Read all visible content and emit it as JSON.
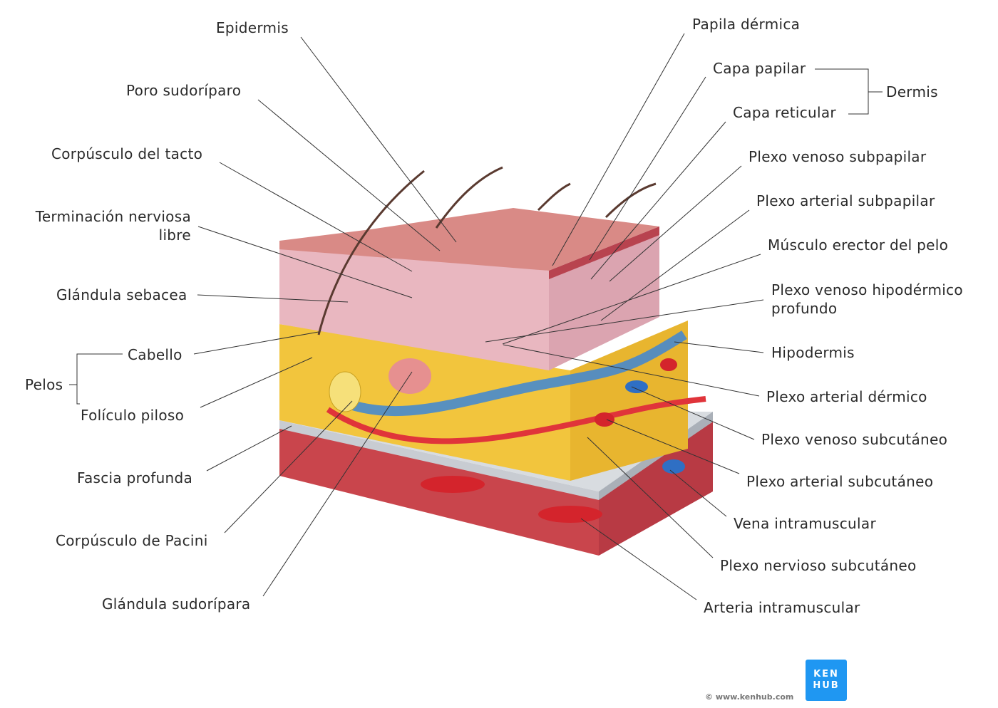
{
  "labels_left": {
    "epidermis": "Epidermis",
    "poro": "Poro sudoríparo",
    "corpusculo_tacto": "Corpúsculo del tacto",
    "terminacion_1": "Terminación nerviosa",
    "terminacion_2": "libre",
    "glandula_sebacea": "Glándula sebacea",
    "cabello": "Cabello",
    "pelos": "Pelos",
    "foliculo": "Folículo piloso",
    "fascia": "Fascia profunda",
    "pacini": "Corpúsculo de Pacini",
    "sudoripara": "Glándula sudorípara"
  },
  "labels_right": {
    "papila": "Papila dérmica",
    "capa_papilar": "Capa papilar",
    "dermis": "Dermis",
    "capa_reticular": "Capa reticular",
    "venoso_subpapilar": "Plexo venoso subpapilar",
    "arterial_subpapilar": "Plexo arterial subpapilar",
    "erector": "Músculo erector del pelo",
    "venoso_hipo_1": "Plexo venoso hipodérmico",
    "venoso_hipo_2": "profundo",
    "hipodermis": "Hipodermis",
    "arterial_dermico": "Plexo arterial dérmico",
    "venoso_subcutaneo": "Plexo venoso subcutáneo",
    "arterial_subcutaneo": "Plexo arterial subcutáneo",
    "vena_intramuscular": "Vena intramuscular",
    "nervioso_subcutaneo": "Plexo nervioso subcutáneo",
    "arteria_intramuscular": "Arteria intramuscular"
  },
  "logo": {
    "line1": "KEN",
    "line2": "HUB",
    "copyright": "© www.kenhub.com"
  },
  "colors": {
    "logo": "#1f97f2",
    "dermis": "#e9b7c0",
    "epidermis": "#d98a86",
    "hypodermis": "#f2c53d",
    "muscle": "#c9454c",
    "fascia": "#c8ccd2"
  }
}
